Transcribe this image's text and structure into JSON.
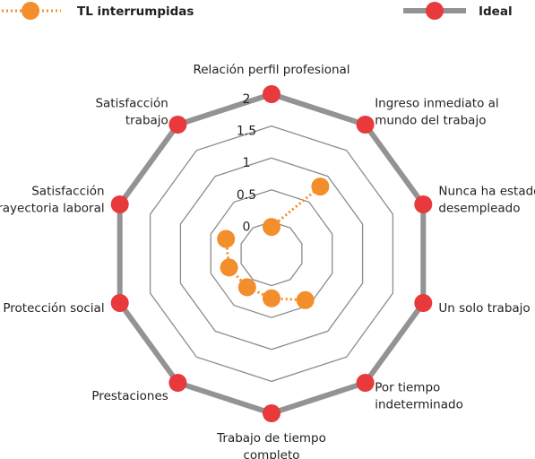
{
  "chart_data": {
    "type": "radar",
    "axes": [
      "Relación perfil profesional",
      "Ingreso inmediato al mundo del trabajo",
      "Nunca ha estado desempleado",
      "Un solo trabajo",
      "Por tiempo indeterminado",
      "Trabajo de tiempo completo",
      "Prestaciones",
      "Protección social",
      "Satisfacción trayectoria laboral",
      "Satisfacción trabajo"
    ],
    "axis_label_lines": [
      [
        "Relación perfil profesional"
      ],
      [
        "Ingreso inmediato al",
        "mundo del trabajo"
      ],
      [
        "Nunca ha estado",
        "desempleado"
      ],
      [
        "Un solo trabajo"
      ],
      [
        "Por tiempo",
        "indeterminado"
      ],
      [
        "Trabajo de tiempo",
        "completo"
      ],
      [
        "Prestaciones"
      ],
      [
        "Protección social"
      ],
      [
        "Satisfacción",
        "trayectoria laboral"
      ],
      [
        "Satisfacción",
        "trabajo"
      ]
    ],
    "ticks": [
      "0",
      "0.5",
      "1",
      "1.5",
      "2"
    ],
    "tick_values": [
      0,
      0.5,
      1,
      1.5,
      2
    ],
    "range": [
      -0.5,
      2
    ],
    "series": [
      {
        "name": "TL interrumpidas",
        "color": "#f28e2b",
        "line_style": "dotted",
        "values": [
          -0.08,
          0.8,
          null,
          null,
          0.4,
          0.2,
          0.15,
          0.2,
          0.25,
          null
        ]
      },
      {
        "name": "Ideal",
        "color": "#e8393c",
        "line_color": "#939393",
        "line_style": "solid",
        "values": [
          2,
          2,
          2,
          2,
          2,
          2,
          2,
          2,
          2,
          2
        ]
      }
    ],
    "grid": true,
    "legend_placement": "top"
  }
}
